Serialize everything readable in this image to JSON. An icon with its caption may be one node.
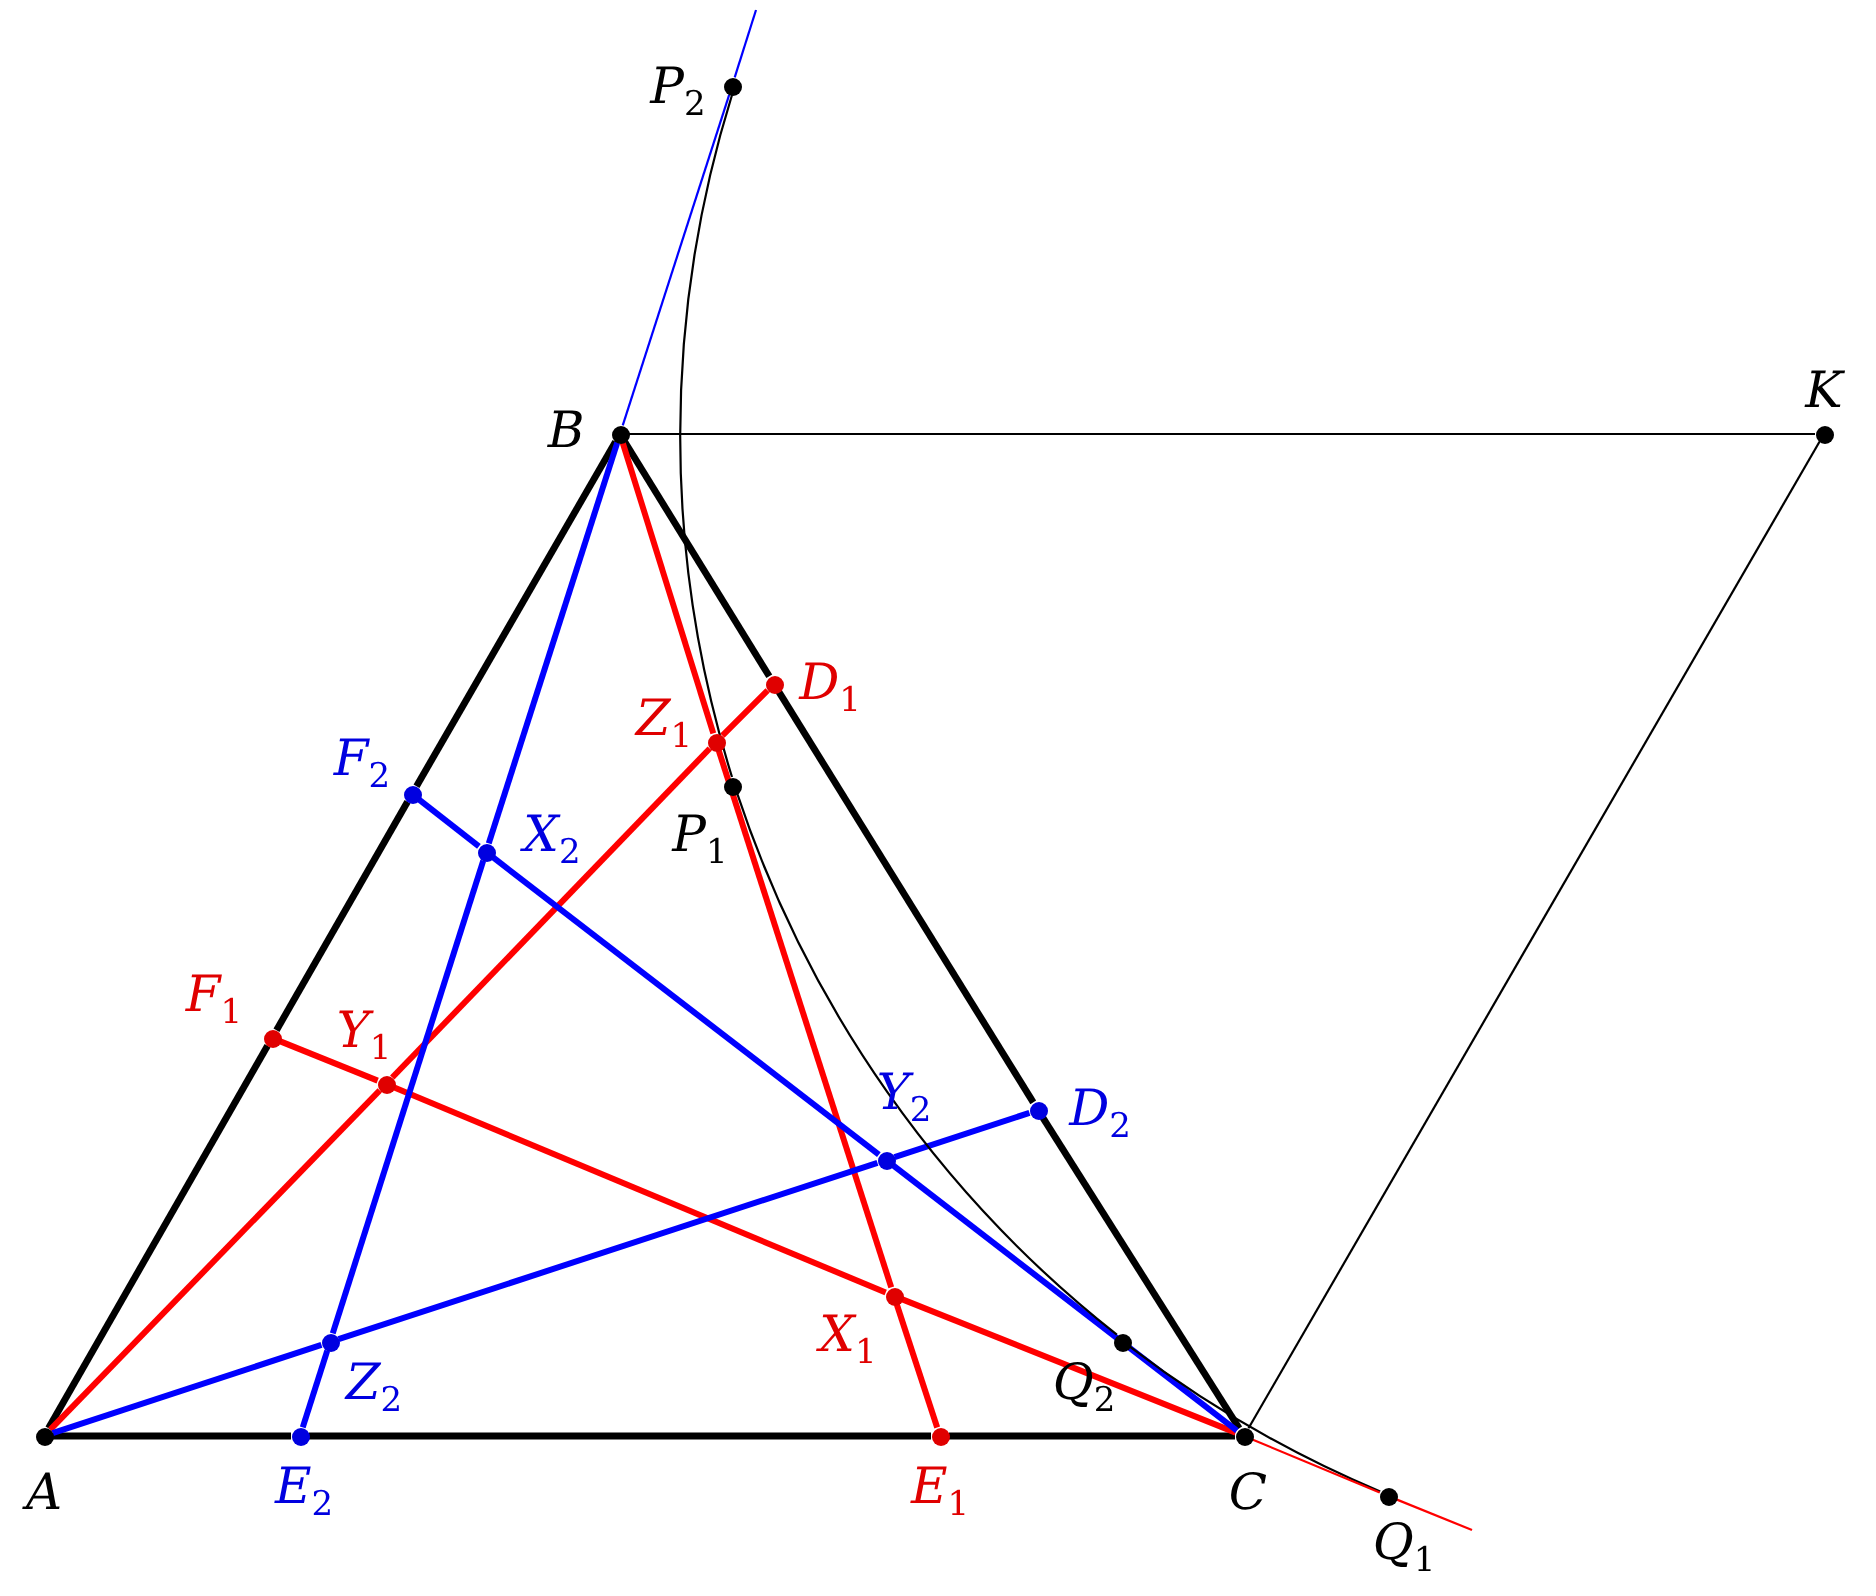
{
  "diagram": {
    "nodes": [
      {
        "text": [
          "A"
        ]
      },
      {
        "text": [
          "B"
        ]
      },
      {
        "text": [
          "C"
        ]
      },
      {
        "text": [
          "K"
        ]
      },
      {
        "text": [
          "P$_{2}$"
        ]
      },
      {
        "text": [
          "P$_{1}$"
        ]
      },
      {
        "text": [
          "Q$_{2}$"
        ]
      },
      {
        "text": [
          "Q$_{1}$"
        ]
      },
      {
        "text": [
          "D$_{1}$"
        ]
      },
      {
        "text": [
          "E$_{1}$"
        ]
      },
      {
        "text": [
          "F$_{1}$"
        ]
      },
      {
        "text": [
          "D$_{2}$"
        ]
      },
      {
        "text": [
          "E$_{2}$"
        ]
      },
      {
        "text": [
          "F$_{2}$"
        ]
      },
      {
        "text": [
          "X$_{1}$"
        ]
      },
      {
        "text": [
          "Y$_{1}$"
        ]
      },
      {
        "text": [
          "Z$_{1}$"
        ]
      },
      {
        "text": [
          "X$_{2}$"
        ]
      },
      {
        "text": [
          "Y$_{2}$"
        ]
      },
      {
        "text": [
          "Z$_{2}$"
        ]
      }
    ],
    "edges": [
      {
        "from": 0,
        "to": 10,
        "arrow": "none"
      },
      {
        "from": 10,
        "to": 13,
        "arrow": "none"
      },
      {
        "from": 13,
        "to": 1,
        "arrow": "none"
      },
      {
        "from": 1,
        "to": 8,
        "arrow": "none"
      },
      {
        "from": 8,
        "to": 11,
        "arrow": "none"
      },
      {
        "from": 11,
        "to": 2,
        "arrow": "none"
      },
      {
        "from": 0,
        "to": 12,
        "arrow": "none"
      },
      {
        "from": 12,
        "to": 9,
        "arrow": "none"
      },
      {
        "from": 9,
        "to": 2,
        "arrow": "none"
      },
      {
        "from": 0,
        "to": 15,
        "arrow": "none",
        "color": "#ff0000"
      },
      {
        "from": 15,
        "to": 16,
        "arrow": "none",
        "color": "#ff0000"
      },
      {
        "from": 16,
        "to": 8,
        "arrow": "none",
        "color": "#ff0000"
      },
      {
        "from": 1,
        "to": 16,
        "arrow": "none",
        "color": "#ff0000"
      },
      {
        "from": 16,
        "to": 14,
        "arrow": "none",
        "color": "#ff0000"
      },
      {
        "from": 14,
        "to": 9,
        "arrow": "none",
        "color": "#ff0000"
      },
      {
        "from": 10,
        "to": 15,
        "arrow": "none",
        "color": "#ff0000"
      },
      {
        "from": 15,
        "to": 14,
        "arrow": "none",
        "color": "#ff0000"
      },
      {
        "from": 14,
        "to": 2,
        "arrow": "none",
        "color": "#ff0000"
      },
      {
        "from": 0,
        "to": 19,
        "arrow": "none",
        "color": "#0000ff"
      },
      {
        "from": 19,
        "to": 18,
        "arrow": "none",
        "color": "#0000ff"
      },
      {
        "from": 18,
        "to": 11,
        "arrow": "none",
        "color": "#0000ff"
      },
      {
        "from": 1,
        "to": 17,
        "arrow": "none",
        "color": "#0000ff"
      },
      {
        "from": 17,
        "to": 19,
        "arrow": "none",
        "color": "#0000ff"
      },
      {
        "from": 19,
        "to": 12,
        "arrow": "none",
        "color": "#0000ff"
      },
      {
        "from": 13,
        "to": 17,
        "arrow": "none",
        "color": "#0000ff"
      },
      {
        "from": 17,
        "to": 18,
        "arrow": "none",
        "color": "#0000ff"
      },
      {
        "from": 18,
        "to": 2,
        "arrow": "none",
        "color": "#0000ff"
      },
      {
        "from": 1,
        "to": 3,
        "arrow": "none"
      },
      {
        "from": 3,
        "to": 2,
        "arrow": "none"
      },
      {
        "from": 4,
        "to": 5,
        "arrow": "none"
      },
      {
        "from": 5,
        "to": 6,
        "arrow": "none"
      },
      {
        "from": 6,
        "to": 7,
        "arrow": "none"
      },
      {
        "from": 1,
        "to": 4,
        "arrow": "none",
        "color": "#0000ff"
      },
      {
        "from": 4,
        "to": null,
        "arrow": "none",
        "color": "#0000ff"
      },
      {
        "from": 2,
        "to": 7,
        "arrow": "none",
        "color": "#ff0000"
      },
      {
        "from": 7,
        "to": null,
        "arrow": "none",
        "color": "#ff0000"
      }
    ]
  }
}
